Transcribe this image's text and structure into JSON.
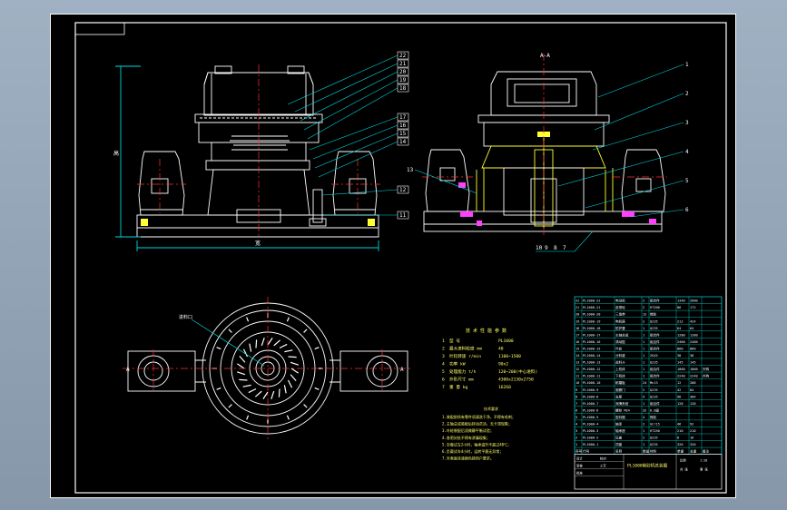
{
  "colors": {
    "background": "#000000",
    "viewport": "#8ea2b4",
    "frame": "#ffffff",
    "leader": "#00d8e0",
    "centerline": "#ff3030",
    "part": "#ffffff",
    "highlight_yellow": "#ffff33",
    "highlight_magenta": "#ff40ff",
    "spec_text": "#ffff66",
    "table_line": "#00e0e0",
    "table_text": "#ffffff"
  },
  "views": {
    "front": {
      "label_height": "高",
      "label_width": "宽",
      "callouts_right": [
        "22",
        "21",
        "20",
        "19",
        "18",
        "17",
        "16",
        "15",
        "14",
        "12",
        "11"
      ]
    },
    "section": {
      "title": "A-A",
      "callouts_right": [
        "1",
        "2",
        "3",
        "4",
        "5",
        "6"
      ],
      "callouts_left": [
        "13"
      ],
      "callouts_bottom": [
        "10",
        "9",
        "8",
        "7"
      ]
    },
    "plan": {
      "label_feed": "进料口",
      "arrow_label_left": "A",
      "arrow_label_right": "A"
    }
  },
  "specs": {
    "heading": "技 术 性 能 参 数",
    "rows": [
      {
        "num": "1",
        "name": "型 号",
        "value": "PL1000"
      },
      {
        "num": "2",
        "name": "最大进料粒度 mm",
        "value": "40"
      },
      {
        "num": "3",
        "name": "叶轮转速 r/min",
        "value": "1100~1500"
      },
      {
        "num": "4",
        "name": "功率 kW",
        "value": "90x2"
      },
      {
        "num": "5",
        "name": "处理能力 t/h",
        "value": "120~200(中心进料)"
      },
      {
        "num": "6",
        "name": "外形尺寸 mm",
        "value": "4300x2130x2750"
      },
      {
        "num": "7",
        "name": "重 量 kg",
        "value": "16260"
      }
    ]
  },
  "notes": {
    "heading": "技术要求",
    "lines": [
      "1.装配前所有零件须清洗干净，不得有毛刺；",
      "2.主轴总成装配后转动灵活，无卡滞现象；",
      "3.叶轮装配后须做静平衡试验；",
      "4.各密封处不得有渗漏现象；",
      "5.空载试车2小时，轴承温升不超过40℃；",
      "6.负载试车4小时，运转平稳无异常；",
      "7.外表面涂漆颜色按用户要求。"
    ]
  },
  "bom": {
    "header": [
      "序号",
      "代号",
      "名称",
      "数量",
      "材料",
      "单重",
      "总重",
      "备注"
    ],
    "rows": [
      [
        "22",
        "PL1000-22",
        "电动机",
        "2",
        "组合件",
        "1340",
        "2680",
        ""
      ],
      [
        "21",
        "PL1000-21",
        "皮带轮",
        "2",
        "HT200",
        "86",
        "172",
        ""
      ],
      [
        "20",
        "PL1000-20",
        "三角带",
        "12",
        "橡胶",
        "",
        "",
        ""
      ],
      [
        "19",
        "PL1000-19",
        "电机座",
        "2",
        "Q235",
        "212",
        "424",
        ""
      ],
      [
        "18",
        "PL1000-18",
        "防护罩",
        "1",
        "Q235",
        "64",
        "64",
        ""
      ],
      [
        "17",
        "PL1000-17",
        "主轴总成",
        "1",
        "组合件",
        "1280",
        "1280",
        ""
      ],
      [
        "16",
        "PL1000-16",
        "涡动腔",
        "1",
        "组合件",
        "2460",
        "2460",
        ""
      ],
      [
        "15",
        "PL1000-15",
        "叶轮",
        "1",
        "组合件",
        "860",
        "860",
        ""
      ],
      [
        "14",
        "PL1000-14",
        "分料锥",
        "1",
        "ZG45",
        "38",
        "38",
        ""
      ],
      [
        "13",
        "PL1000-13",
        "进料斗",
        "1",
        "Q235",
        "145",
        "145",
        ""
      ],
      [
        "12",
        "PL1000-12",
        "上机体",
        "1",
        "组合件",
        "1860",
        "1860",
        "外购"
      ],
      [
        "11",
        "PL1000-11",
        "下机体",
        "1",
        "组合件",
        "2240",
        "2240",
        "外购"
      ],
      [
        "10",
        "PL1000-10",
        "耐磨板",
        "24",
        "Mn13",
        "12",
        "288",
        ""
      ],
      [
        "9",
        "PL1000-9",
        "观察门",
        "2",
        "Q235",
        "42",
        "84",
        ""
      ],
      [
        "8",
        "PL1000-8",
        "支座",
        "4",
        "Q235",
        "96",
        "384",
        ""
      ],
      [
        "7",
        "PL1000-7",
        "润滑系统",
        "1",
        "组合件",
        "128",
        "128",
        ""
      ],
      [
        "6",
        "PL1000-6",
        "螺栓 M24",
        "32",
        "8.8级",
        "",
        "",
        ""
      ],
      [
        "5",
        "PL1000-5",
        "密封圈",
        "4",
        "橡胶",
        "",
        "",
        ""
      ],
      [
        "4",
        "PL1000-4",
        "轴承",
        "2",
        "GCr15",
        "46",
        "92",
        ""
      ],
      [
        "3",
        "PL1000-3",
        "轴承座",
        "1",
        "HT250",
        "210",
        "210",
        ""
      ],
      [
        "2",
        "PL1000-2",
        "压盖",
        "2",
        "Q235",
        "8",
        "16",
        ""
      ],
      [
        "1",
        "PL1000-1",
        "顶盖",
        "1",
        "Q235",
        "320",
        "320",
        ""
      ]
    ],
    "title_block": {
      "drawing_name": "PL1000制砂机总装图",
      "labels": [
        "设计",
        "校对",
        "审核",
        "工艺",
        "批准",
        "比例",
        "1:20",
        "共 张",
        "第 张"
      ]
    }
  }
}
